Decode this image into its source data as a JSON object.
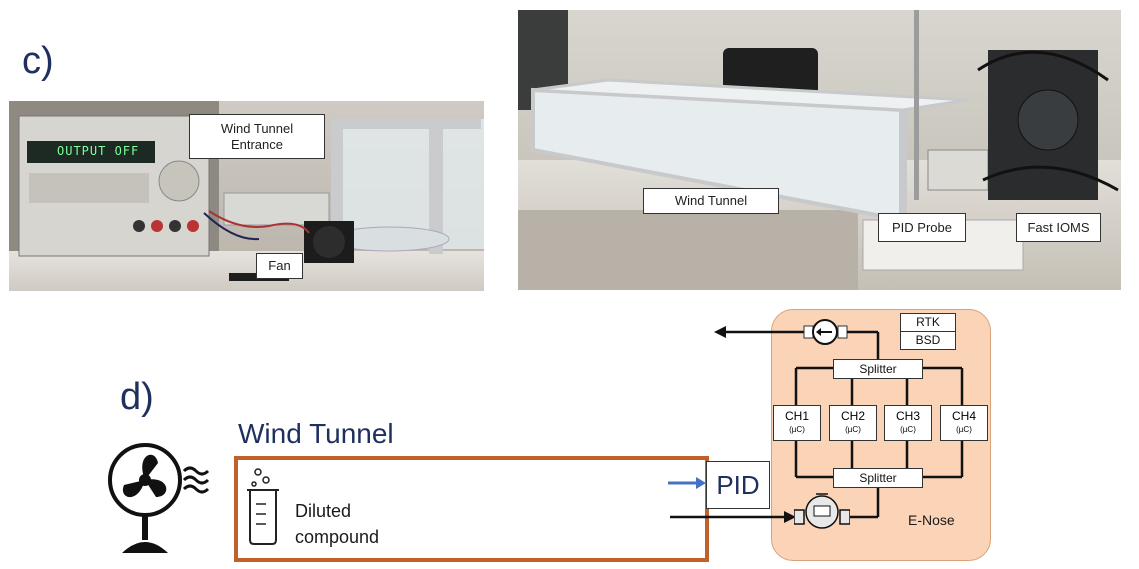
{
  "panels": {
    "c": "c)",
    "d": "d)"
  },
  "photo_left": {
    "display_text": "OUTPUT OFF",
    "callouts": {
      "entrance": "Wind Tunnel\nEntrance",
      "fan": "Fan"
    }
  },
  "photo_right": {
    "callouts": {
      "wind_tunnel": "Wind Tunnel",
      "pid_probe": "PID Probe",
      "fast_ioms": "Fast IOMS"
    }
  },
  "schematic": {
    "wind_tunnel_title": "Wind Tunnel",
    "compound_label": "Diluted\ncompound",
    "pid_label": "PID",
    "enose": {
      "label": "E-Nose",
      "rtk": "RTK",
      "bsd": "BSD",
      "splitter_top": "Splitter",
      "splitter_bottom": "Splitter",
      "channels": [
        {
          "name": "CH1",
          "unit": "(µC)"
        },
        {
          "name": "CH2",
          "unit": "(µC)"
        },
        {
          "name": "CH3",
          "unit": "(µC)"
        },
        {
          "name": "CH4",
          "unit": "(µC)"
        }
      ]
    }
  },
  "colors": {
    "title_blue": "#1f2f5e",
    "tunnel_border": "#c0602a",
    "enose_fill": "#fbd3b7",
    "pid_arrow": "#4472c4"
  }
}
